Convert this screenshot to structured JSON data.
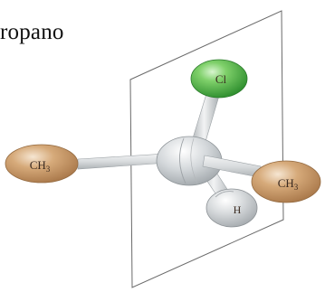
{
  "title_fragment": "ropano",
  "atoms": {
    "cl": {
      "label": "Cl",
      "color": "#3fae3f"
    },
    "ch3_left": {
      "label": "CH",
      "subscript": "3",
      "color": "#c89a6a"
    },
    "ch3_right": {
      "label": "CH",
      "subscript": "3",
      "color": "#c89a6a"
    },
    "h": {
      "label": "H",
      "color": "#dcdcdc"
    }
  },
  "colors": {
    "carbon": "#cfd3d6",
    "bond": "#d8dcdf",
    "plane_line": "#666666"
  }
}
